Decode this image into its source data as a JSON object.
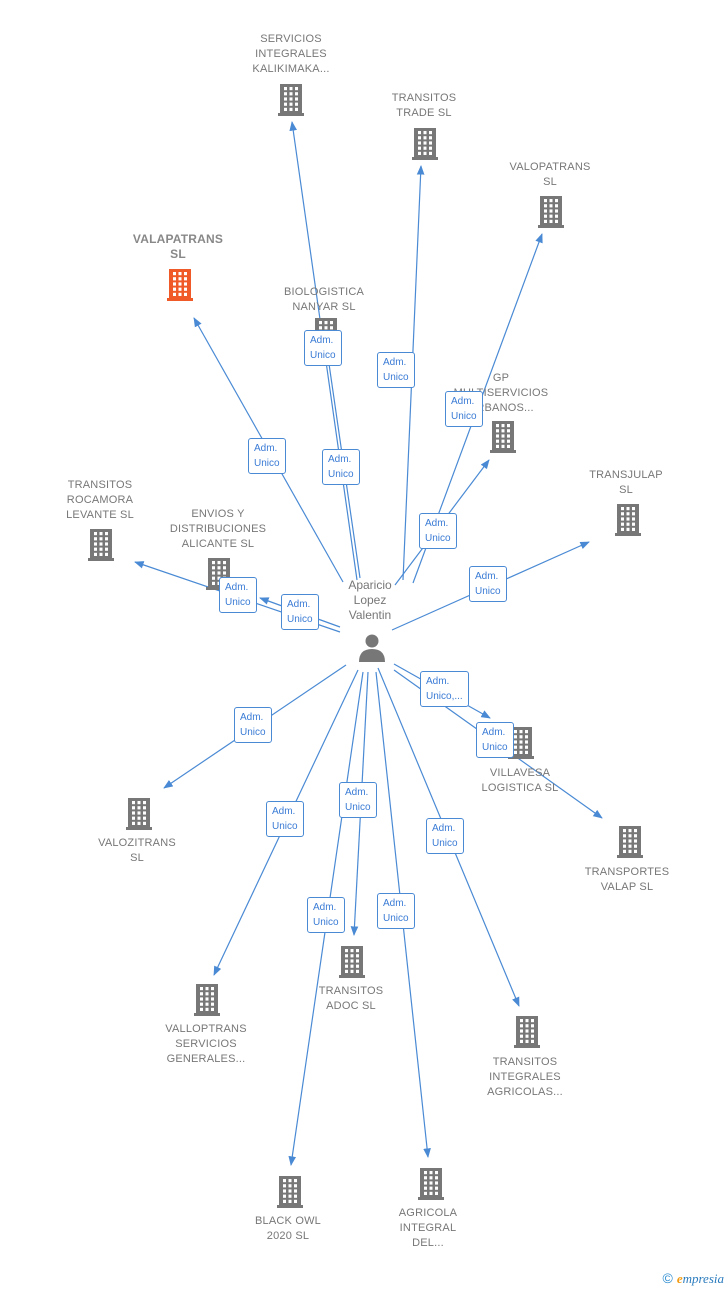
{
  "center": {
    "name": "Aparicio\nLopez\nValentin"
  },
  "colors": {
    "edge": "#4a8ad4",
    "building": "#777777",
    "highlight": "#f05a28"
  },
  "nodes": [
    {
      "id": "n0",
      "name": "SERVICIOS\nINTEGRALES\nKALIKIMAKA...",
      "highlight": false
    },
    {
      "id": "n1",
      "name": "TRANSITOS\nTRADE  SL",
      "highlight": false
    },
    {
      "id": "n2",
      "name": "VALOPATRANS\nSL",
      "highlight": false
    },
    {
      "id": "n3",
      "name": "VALAPATRANS\nSL",
      "highlight": true
    },
    {
      "id": "n4",
      "name": "BIOLOGISTICA\nNANYAR  SL",
      "highlight": false
    },
    {
      "id": "n5",
      "name": "GP\nMULTISERVICIOS\nURBANOS...",
      "highlight": false
    },
    {
      "id": "n6",
      "name": "TRANSJULAP\nSL",
      "highlight": false
    },
    {
      "id": "n7",
      "name": "TRANSITOS\nROCAMORA\nLEVANTE SL",
      "highlight": false
    },
    {
      "id": "n8",
      "name": "ENVIOS Y\nDISTRIBUCIONES\nALICANTE SL",
      "highlight": false
    },
    {
      "id": "n9",
      "name": "VILLAVESA\nLOGISTICA  SL",
      "highlight": false
    },
    {
      "id": "n10",
      "name": "TRANSPORTES\nVALAP SL",
      "highlight": false
    },
    {
      "id": "n11",
      "name": "VALOZITRANS\nSL",
      "highlight": false
    },
    {
      "id": "n12",
      "name": "TRANSITOS\nADOC  SL",
      "highlight": false
    },
    {
      "id": "n13",
      "name": "VALLOPTRANS\nSERVICIOS\nGENERALES...",
      "highlight": false
    },
    {
      "id": "n14",
      "name": "TRANSITOS\nINTEGRALES\nAGRICOLAS...",
      "highlight": false
    },
    {
      "id": "n15",
      "name": "BLACK OWL\n2020  SL",
      "highlight": false
    },
    {
      "id": "n16",
      "name": "AGRICOLA\nINTEGRAL\nDEL...",
      "highlight": false
    }
  ],
  "edges": [
    {
      "to": "n0",
      "label": "Adm.\nUnico"
    },
    {
      "to": "n1",
      "label": "Adm.\nUnico"
    },
    {
      "to": "n2",
      "label": "Adm.\nUnico"
    },
    {
      "to": "n3",
      "label": "Adm.\nUnico"
    },
    {
      "to": "n4",
      "label": "Adm.\nUnico"
    },
    {
      "to": "n5",
      "label": "Adm.\nUnico"
    },
    {
      "to": "n6",
      "label": "Adm.\nUnico"
    },
    {
      "to": "n7",
      "label": "Adm.\nUnico"
    },
    {
      "to": "n8",
      "label": "Adm.\nUnico"
    },
    {
      "to": "n9",
      "label": "Adm.\nUnico,..."
    },
    {
      "to": "n10",
      "label": "Adm.\nUnico"
    },
    {
      "to": "n11",
      "label": "Adm.\nUnico"
    },
    {
      "to": "n12",
      "label": "Adm.\nUnico"
    },
    {
      "to": "n13",
      "label": "Adm.\nUnico"
    },
    {
      "to": "n14",
      "label": "Adm.\nUnico"
    },
    {
      "to": "n15",
      "label": "Adm.\nUnico"
    },
    {
      "to": "n16",
      "label": "Adm.\nUnico"
    }
  ],
  "footer": {
    "copyright": "©",
    "brand_initial": "e",
    "brand_rest": "mpresia"
  }
}
